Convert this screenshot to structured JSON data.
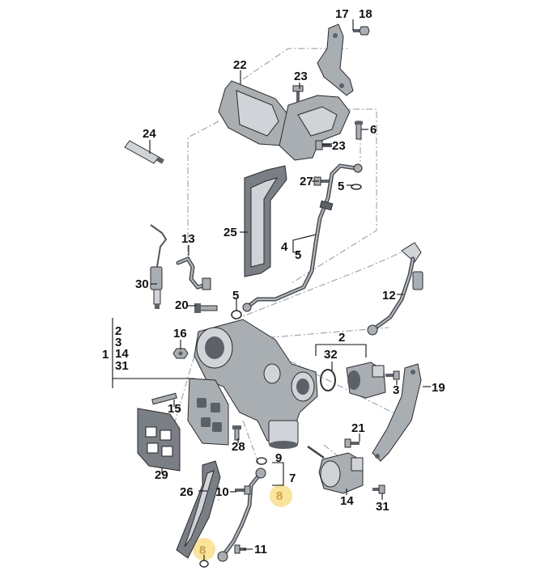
{
  "callouts": [
    {
      "id": "c1",
      "text": "1"
    },
    {
      "id": "c2a",
      "text": "2"
    },
    {
      "id": "c3a",
      "text": "3"
    },
    {
      "id": "c14a",
      "text": "14"
    },
    {
      "id": "c31a",
      "text": "31"
    },
    {
      "id": "c2b",
      "text": "2"
    },
    {
      "id": "c3b",
      "text": "3"
    },
    {
      "id": "c4",
      "text": "4"
    },
    {
      "id": "c5a",
      "text": "5"
    },
    {
      "id": "c5b",
      "text": "5"
    },
    {
      "id": "c5c",
      "text": "5"
    },
    {
      "id": "c6",
      "text": "6"
    },
    {
      "id": "c7",
      "text": "7"
    },
    {
      "id": "c8a",
      "text": "8"
    },
    {
      "id": "c8b",
      "text": "8"
    },
    {
      "id": "c9",
      "text": "9"
    },
    {
      "id": "c10",
      "text": "10"
    },
    {
      "id": "c11",
      "text": "11"
    },
    {
      "id": "c12",
      "text": "12"
    },
    {
      "id": "c13",
      "text": "13"
    },
    {
      "id": "c14b",
      "text": "14"
    },
    {
      "id": "c15",
      "text": "15"
    },
    {
      "id": "c16",
      "text": "16"
    },
    {
      "id": "c17",
      "text": "17"
    },
    {
      "id": "c18",
      "text": "18"
    },
    {
      "id": "c19",
      "text": "19"
    },
    {
      "id": "c20",
      "text": "20"
    },
    {
      "id": "c21",
      "text": "21"
    },
    {
      "id": "c22",
      "text": "22"
    },
    {
      "id": "c23a",
      "text": "23"
    },
    {
      "id": "c23b",
      "text": "23"
    },
    {
      "id": "c24",
      "text": "24"
    },
    {
      "id": "c25",
      "text": "25"
    },
    {
      "id": "c26",
      "text": "26"
    },
    {
      "id": "c27",
      "text": "27"
    },
    {
      "id": "c28",
      "text": "28"
    },
    {
      "id": "c29",
      "text": "29"
    },
    {
      "id": "c30",
      "text": "30"
    },
    {
      "id": "c31b",
      "text": "31"
    },
    {
      "id": "c32",
      "text": "32"
    }
  ],
  "highlight_color": "#fbe39a"
}
